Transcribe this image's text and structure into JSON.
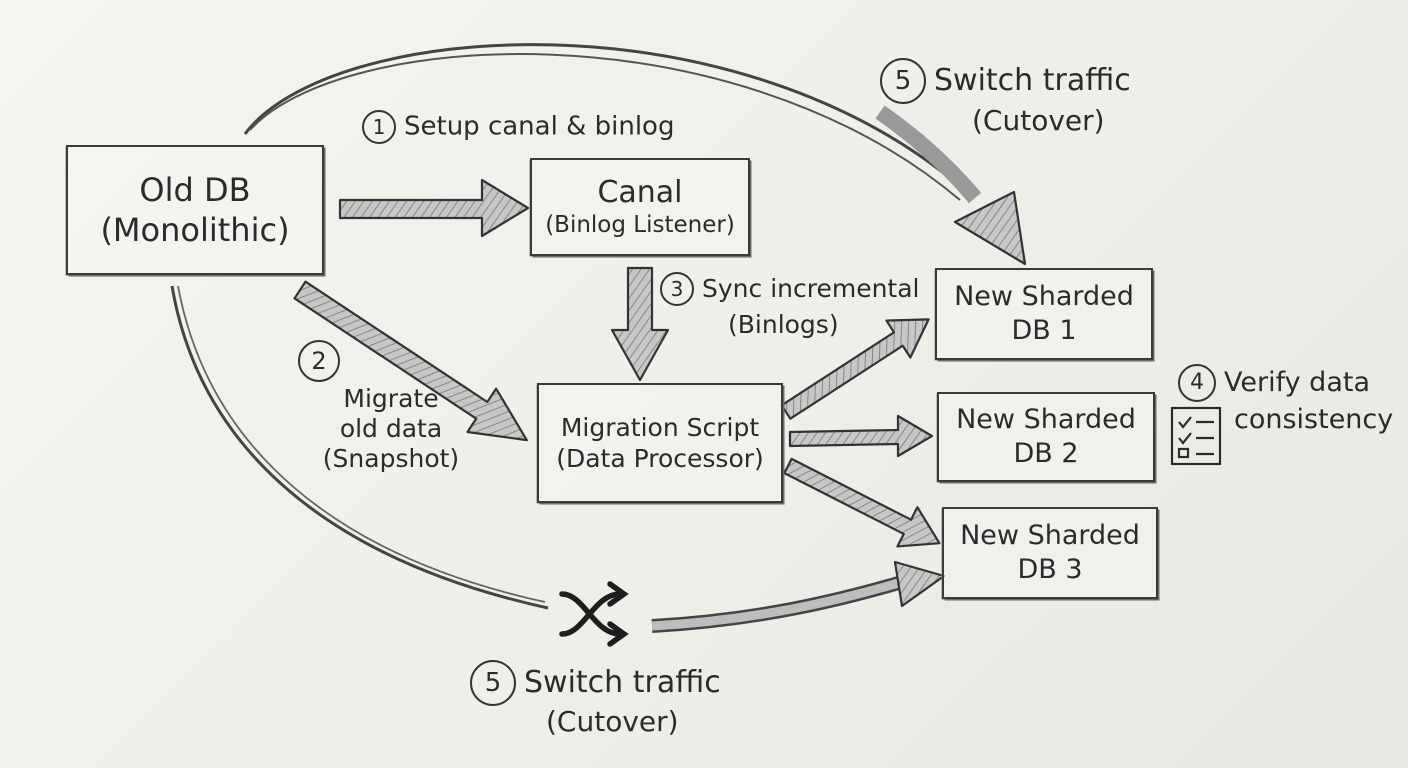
{
  "nodes": {
    "old_db": {
      "title": "Old DB",
      "subtitle": "(Monolithic)"
    },
    "canal": {
      "title": "Canal",
      "subtitle": "(Binlog Listener)"
    },
    "migration": {
      "title": "Migration Script",
      "subtitle": "(Data Processor)"
    },
    "shard1": {
      "title": "New Sharded",
      "subtitle": "DB 1"
    },
    "shard2": {
      "title": "New Sharded",
      "subtitle": "DB 2"
    },
    "shard3": {
      "title": "New Sharded",
      "subtitle": "DB 3"
    }
  },
  "steps": {
    "step1": {
      "number": "1",
      "text": "Setup canal & binlog"
    },
    "step2": {
      "number": "2",
      "line1": "Migrate",
      "line2": "old data",
      "line3": "(Snapshot)"
    },
    "step3": {
      "number": "3",
      "line1": "Sync incremental",
      "line2": "(Binlogs)"
    },
    "step4": {
      "number": "4",
      "line1": "Verify data",
      "line2": "consistency"
    },
    "step5_top": {
      "number": "5",
      "line1": "Switch traffic",
      "line2": "(Cutover)"
    },
    "step5_bottom": {
      "number": "5",
      "line1": "Switch traffic",
      "line2": "(Cutover)"
    }
  },
  "icons": {
    "checklist": "checklist-icon",
    "shuffle": "shuffle-icon"
  },
  "colors": {
    "ink": "#2b2b2b",
    "paper": "#f1efea",
    "arrow_fill": "#bdbdbd"
  }
}
